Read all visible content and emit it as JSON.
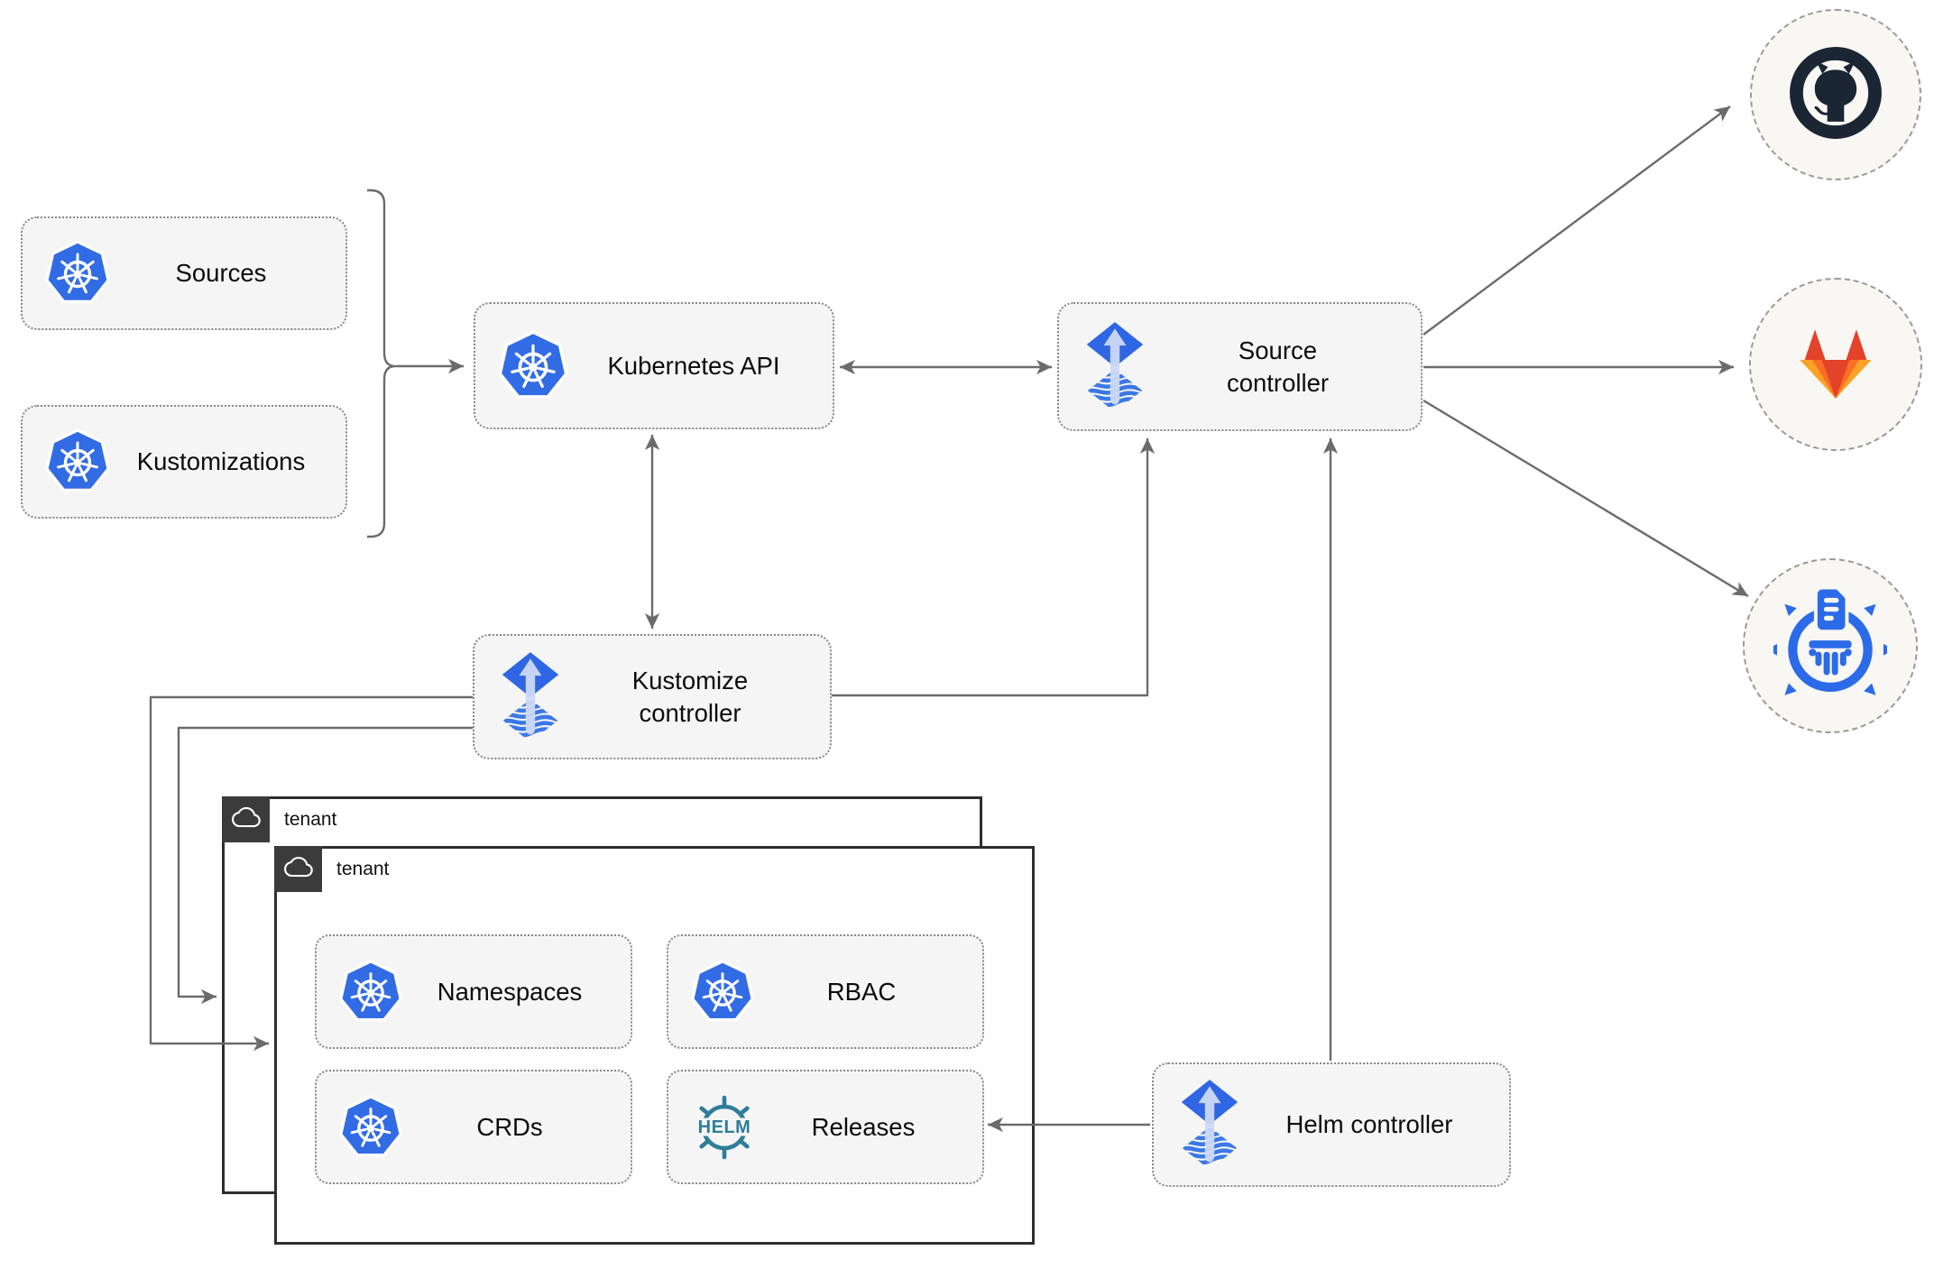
{
  "diagram": {
    "nodes": {
      "sources": {
        "label": "Sources"
      },
      "kustomizations": {
        "label": "Kustomizations"
      },
      "kubernetes_api": {
        "label": "Kubernetes API"
      },
      "source_controller": {
        "label": "Source controller"
      },
      "kustomize_controller": {
        "label": "Kustomize controller"
      },
      "helm_controller": {
        "label": "Helm controller"
      },
      "namespaces": {
        "label": "Namespaces"
      },
      "rbac": {
        "label": "RBAC"
      },
      "crds": {
        "label": "CRDs"
      },
      "releases": {
        "label": "Releases"
      }
    },
    "tenants": {
      "outer": {
        "label": "tenant"
      },
      "inner": {
        "label": "tenant"
      }
    },
    "logos": {
      "helm_text": "HELM"
    },
    "endpoints": [
      {
        "name": "github"
      },
      {
        "name": "gitlab"
      },
      {
        "name": "chartmuseum"
      }
    ],
    "colors": {
      "kubernetes_blue": "#326ce5",
      "flux_blue": "#2f66e3",
      "flux_stripe_blue": "#3b78e7",
      "helm_teal": "#2e7d9a",
      "chartmuseum_blue": "#2c6be8",
      "github_dark": "#1a2633",
      "gitlab_red": "#e24329",
      "gitlab_orange": "#fc6d26",
      "gitlab_yellow": "#fca326",
      "connector_gray": "#6b6b6b",
      "node_fill": "#f5f5f5",
      "tenant_badge": "#3b3b3b"
    }
  }
}
